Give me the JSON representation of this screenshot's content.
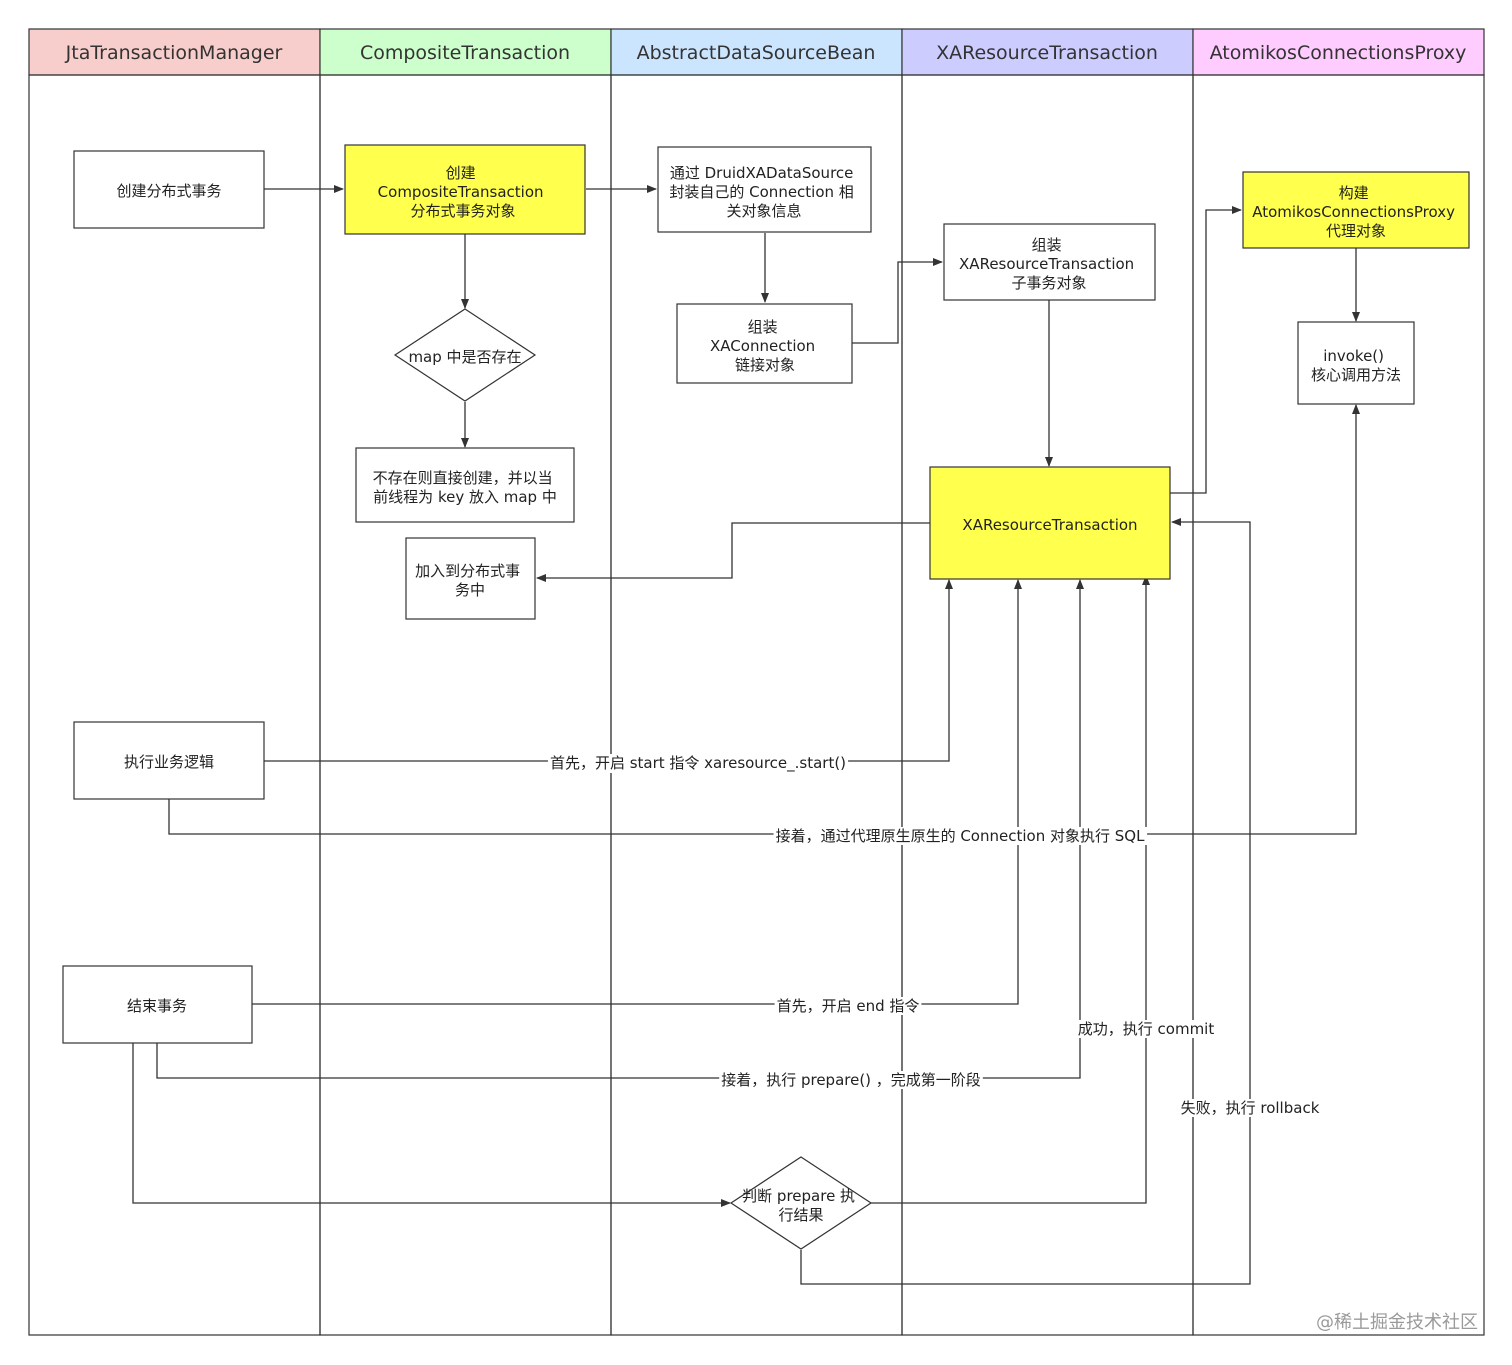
{
  "lanes": [
    {
      "id": "jta",
      "title": "JtaTransactionManager",
      "color": "#F8CECC"
    },
    {
      "id": "composite",
      "title": "CompositeTransaction",
      "color": "#CCFFCC"
    },
    {
      "id": "abstract",
      "title": "AbstractDataSourceBean",
      "color": "#CCE5FF"
    },
    {
      "id": "xares",
      "title": "XAResourceTransaction",
      "color": "#CCCCFF"
    },
    {
      "id": "proxy",
      "title": "AtomikosConnectionsProxy",
      "color": "#FFCCFF"
    }
  ],
  "nodes": {
    "create_dist_tx": {
      "lines": [
        "创建分布式事务"
      ]
    },
    "create_composite": {
      "lines": [
        "创建",
        "CompositeTransaction",
        "分布式事务对象"
      ],
      "fill": "#FFFF4D"
    },
    "map_check": {
      "lines": [
        "map 中是否存在"
      ]
    },
    "create_put_map": {
      "lines": [
        "不存在则直接创建，并以当",
        "前线程为 key 放入 map 中"
      ]
    },
    "add_to_dist": {
      "lines": [
        "加入到分布式事",
        "务中"
      ]
    },
    "wrap_connection": {
      "lines": [
        "通过 DruidXADataSource",
        "封装自己的 Connection 相",
        "关对象信息"
      ]
    },
    "assemble_xaconn": {
      "lines": [
        "组装",
        "XAConnection",
        "链接对象"
      ]
    },
    "assemble_xares": {
      "lines": [
        "组装",
        "XAResourceTransaction",
        "子事务对象"
      ]
    },
    "xares_tx": {
      "lines": [
        "XAResourceTransaction"
      ],
      "fill": "#FFFF4D"
    },
    "build_proxy": {
      "lines": [
        "构建",
        "AtomikosConnectionsProxy",
        "代理对象"
      ],
      "fill": "#FFFF4D"
    },
    "invoke": {
      "lines": [
        "invoke()",
        "核心调用方法"
      ]
    },
    "exec_business": {
      "lines": [
        "执行业务逻辑"
      ]
    },
    "end_tx": {
      "lines": [
        "结束事务"
      ]
    },
    "judge_prepare": {
      "lines": [
        "判断 prepare 执",
        "行结果"
      ]
    }
  },
  "edge_labels": {
    "start": "首先，开启 start 指令 xaresource_.start()",
    "sql": "接着，通过代理原生原生的 Connection 对象执行 SQL",
    "end": "首先，开启 end 指令",
    "commit": "成功，执行 commit",
    "prepare": "接着，执行 prepare() ，完成第一阶段",
    "rollback": "失败，执行 rollback"
  },
  "watermark": "@稀土掘金技术社区"
}
